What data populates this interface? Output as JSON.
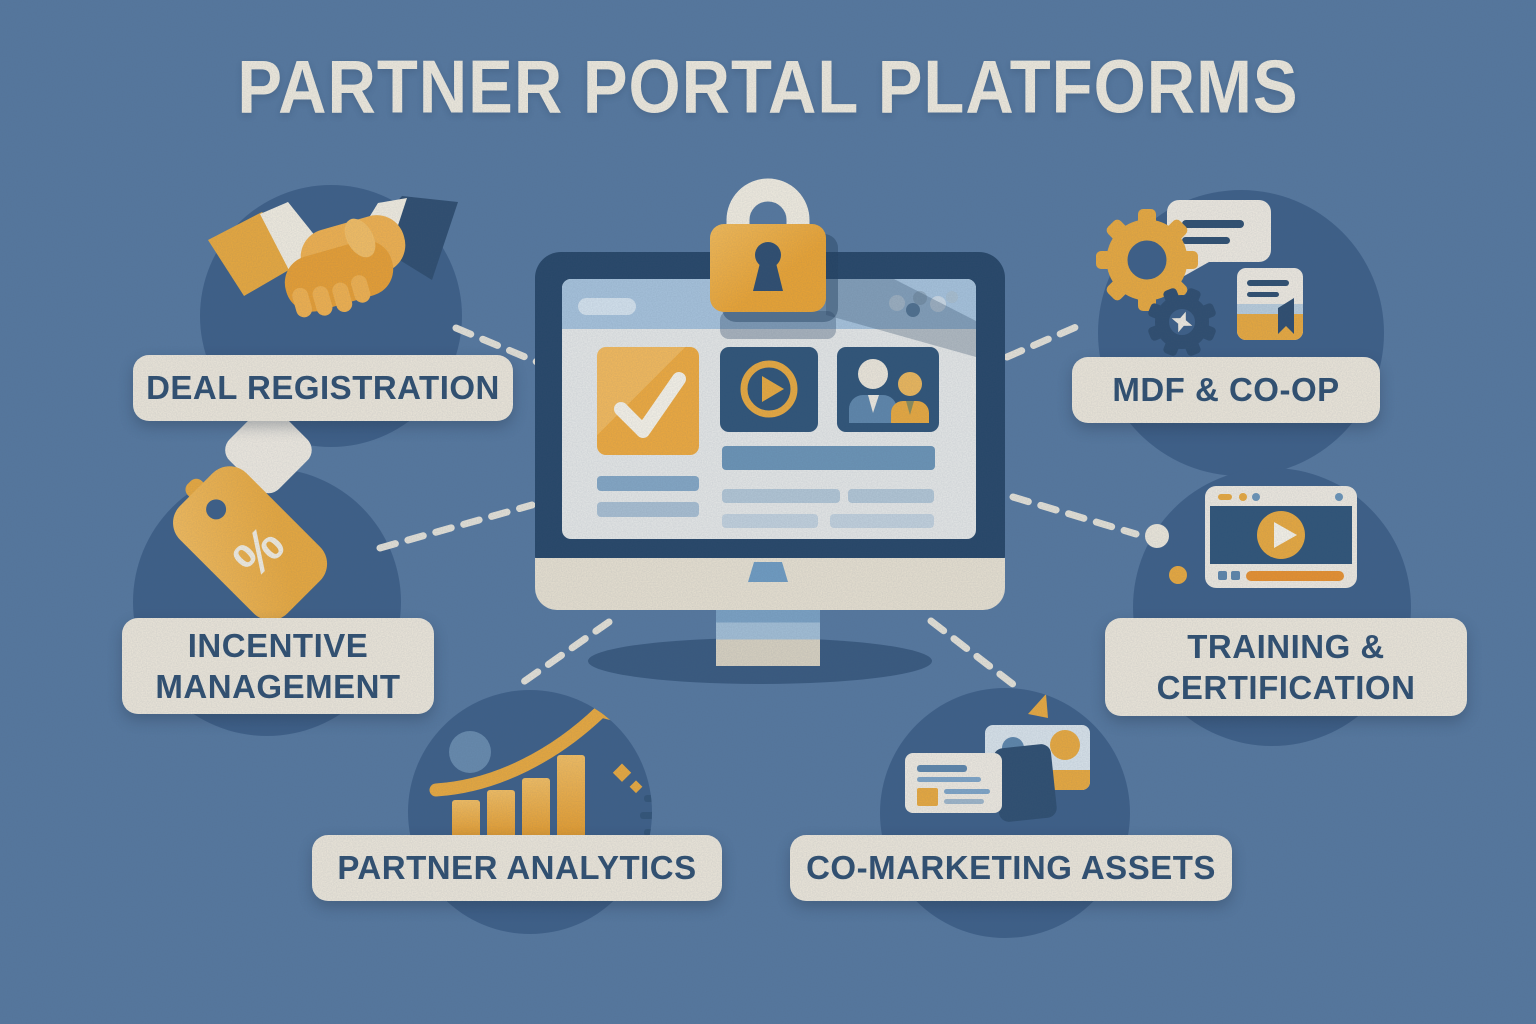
{
  "title": "PARTNER PORTAL PLATFORMS",
  "nodes": [
    {
      "id": "deal-registration",
      "label": "DEAL REGISTRATION",
      "icon": "handshake-icon",
      "position": "top-left"
    },
    {
      "id": "mdf-coop",
      "label": "MDF & CO-OP",
      "icon": "gears-documents-icon",
      "position": "top-right"
    },
    {
      "id": "incentive-management",
      "label": "INCENTIVE MANAGEMENT",
      "icon": "discount-tag-icon",
      "position": "middle-left"
    },
    {
      "id": "training-certification",
      "label": "TRAINING & CERTIFICATION",
      "icon": "video-player-icon",
      "position": "middle-right"
    },
    {
      "id": "partner-analytics",
      "label": "PARTNER ANALYTICS",
      "icon": "growth-bar-chart-icon",
      "position": "bottom-left"
    },
    {
      "id": "co-marketing-assets",
      "label": "CO-MARKETING ASSETS",
      "icon": "marketing-cards-icon",
      "position": "bottom-right"
    }
  ],
  "center": {
    "name": "secure-partner-portal-monitor",
    "elements": [
      "padlock-icon",
      "checkmark-card",
      "video-play-card",
      "partners-people-card",
      "browser-chrome",
      "text-placeholder-bars"
    ]
  },
  "connectors": {
    "count": 6,
    "style": "dashed",
    "color": "#EDE8DB"
  },
  "colors": {
    "background": "#56789F",
    "halo_circle": "#3D5F88",
    "label_pill": "#EDE7DA",
    "label_text": "#2F4F70",
    "accent_orange": "#E9A93E",
    "accent_orange_light": "#F3BE62",
    "navy": "#2E4D6F",
    "monitor_bezel": "#264668",
    "browser_chrome": "#A7C3DC",
    "screen_content": "#E6E8E7",
    "cream": "#EFEAE0",
    "title_text": "#F0EBDE"
  }
}
